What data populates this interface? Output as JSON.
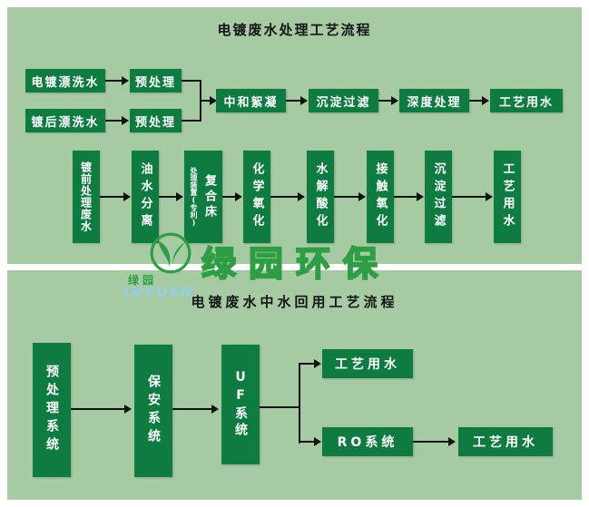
{
  "panel1": {
    "title": "电镀废水处理工艺流程",
    "sources": [
      "电镀漂洗水",
      "镀后漂洗水"
    ],
    "pre_label": "预处理",
    "main_steps": [
      "中和絮凝",
      "沉淀过滤",
      "深度处理",
      "工艺用水"
    ],
    "line2_steps": [
      "镀前处理废水",
      "油水分离",
      "复合床",
      "化学氧化",
      "水解酸化",
      "接触氧化",
      "沉淀过滤",
      "工艺用水"
    ],
    "line2_note": "处理装置(专利)"
  },
  "watermark": {
    "brand": "绿园环保",
    "name_cn": "绿园",
    "name_en": "LVYUAN"
  },
  "panel2": {
    "title": "电镀废水中水回用工艺流程",
    "steps": [
      "预处理系统",
      "保安系统",
      "UF系统"
    ],
    "branch_top": "工艺用水",
    "branch_bottom": "RO系统",
    "output": "工艺用水"
  },
  "colors": {
    "panel_bg": "#a6cba3",
    "box_green": "#0e7b40",
    "brand_green": "#2e9e44"
  }
}
